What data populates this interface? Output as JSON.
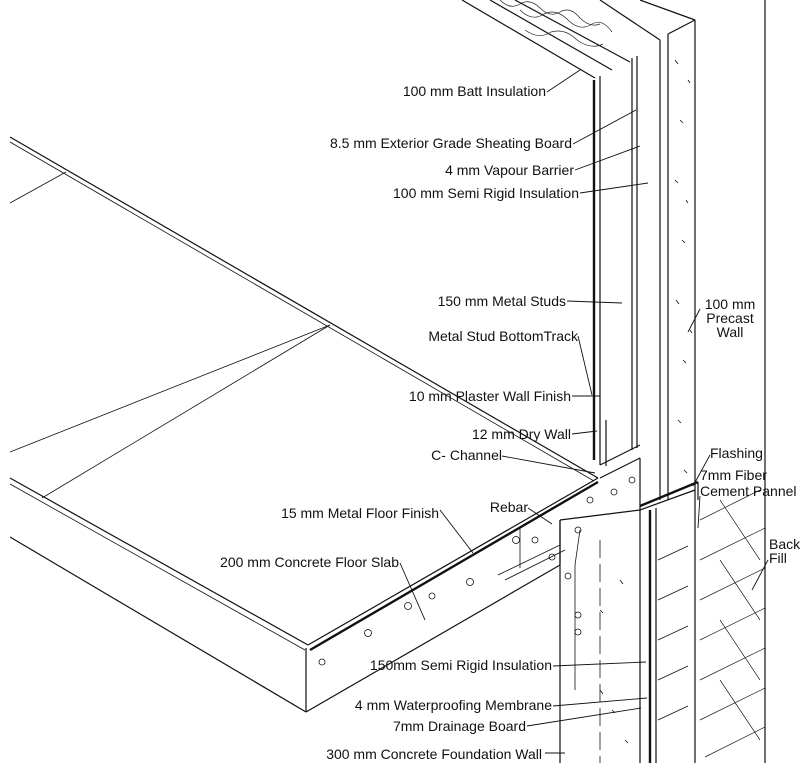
{
  "labels": {
    "batt_insulation": "100 mm Batt Insulation",
    "sheathing_board": "8.5 mm Exterior Grade Sheating Board",
    "vapour_barrier": "4 mm Vapour Barrier",
    "semi_rigid_insulation_wall": "100 mm Semi Rigid Insulation",
    "metal_studs": "150 mm Metal Studs",
    "bottom_track": "Metal Stud BottomTrack",
    "plaster_finish": "10 mm Plaster Wall Finish",
    "dry_wall": "12 mm Dry Wall",
    "c_channel": "C- Channel",
    "floor_finish": "15 mm Metal Floor Finish",
    "rebar": "Rebar",
    "floor_slab": "200 mm Concrete Floor Slab",
    "semi_rigid_insulation_foundation": "150mm Semi Rigid Insulation",
    "waterproofing_membrane": "4 mm Waterproofing Membrane",
    "drainage_board": "7mm Drainage Board",
    "foundation_wall": "300 mm Concrete Foundation Wall",
    "precast_wall": [
      "100 mm",
      "Precast",
      "Wall"
    ],
    "flashing": "Flashing",
    "fiber_cement": [
      "7mm Fiber",
      "Cement Pannel"
    ],
    "back_fill": [
      "Back",
      "Fill"
    ]
  }
}
